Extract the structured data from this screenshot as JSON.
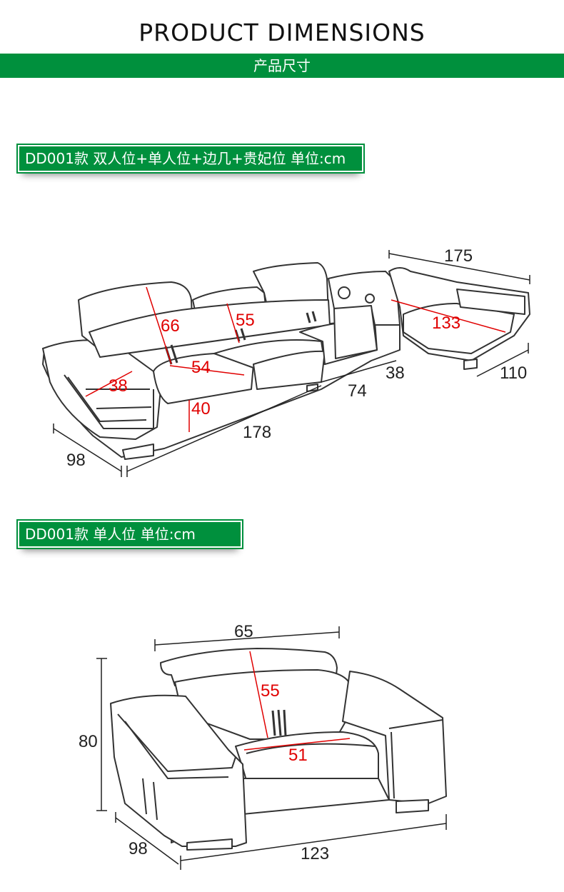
{
  "header": {
    "title": "PRODUCT DIMENSIONS",
    "subtitle": "产品尺寸"
  },
  "section1": {
    "label": "DD001款 双人位+单人位+边几+贵妃位 单位:cm",
    "dims": {
      "d175": "175",
      "d66": "66",
      "d55": "55",
      "d133": "133",
      "d54": "54",
      "d38a": "38",
      "d38b": "38",
      "d110": "110",
      "d74": "74",
      "d40": "40",
      "d178": "178",
      "d98": "98"
    }
  },
  "section2": {
    "label": "DD001款 单人位 单位:cm",
    "dims": {
      "d65": "65",
      "d55": "55",
      "d80": "80",
      "d51": "51",
      "d98": "98",
      "d123": "123"
    }
  },
  "colors": {
    "brand_green": "#00903d",
    "dimension_red": "#e00000",
    "line": "#333333"
  }
}
